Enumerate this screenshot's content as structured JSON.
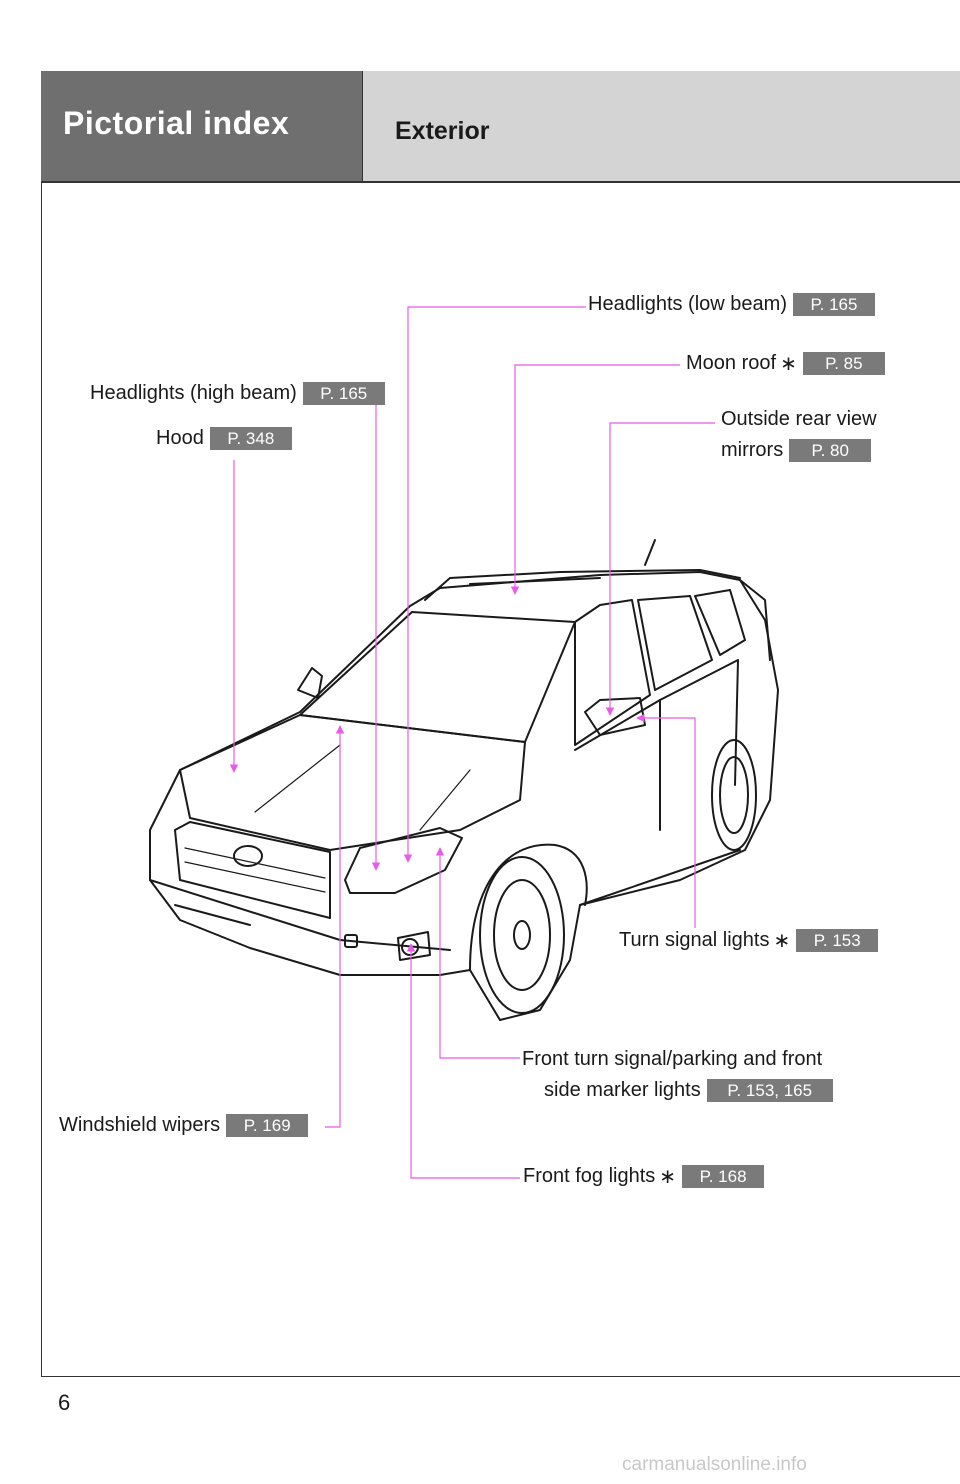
{
  "header": {
    "section": "Pictorial index",
    "subsection": "Exterior"
  },
  "callouts": {
    "headlights_low": {
      "label": "Headlights (low beam)",
      "page": "P. 165",
      "optional": false
    },
    "moon_roof": {
      "label": "Moon roof",
      "page": "P. 85",
      "optional": true
    },
    "headlights_high": {
      "label": "Headlights (high beam)",
      "page": "P. 165",
      "optional": false
    },
    "hood": {
      "label": "Hood",
      "page": "P. 348",
      "optional": false
    },
    "mirrors": {
      "label_line1": "Outside rear view",
      "label_line2": "mirrors",
      "page": "P. 80",
      "optional": false
    },
    "turn_signal": {
      "label": "Turn signal lights",
      "page": "P. 153",
      "optional": true
    },
    "front_turn": {
      "label_line1": "Front turn signal/parking and front",
      "label_line2": "side marker lights",
      "page": "P. 153, 165",
      "optional": false
    },
    "wipers": {
      "label": "Windshield wipers",
      "page": "P. 169",
      "optional": false
    },
    "fog": {
      "label": "Front fog lights",
      "page": "P. 168",
      "optional": true
    }
  },
  "optional_mark": "∗",
  "colors": {
    "leader_line": "#e85ae8",
    "badge": "#7a7a7a",
    "header_dark": "#6f6f6f",
    "header_light": "#d4d4d4"
  },
  "page_number": "6",
  "watermark": "carmanualsonline.info"
}
